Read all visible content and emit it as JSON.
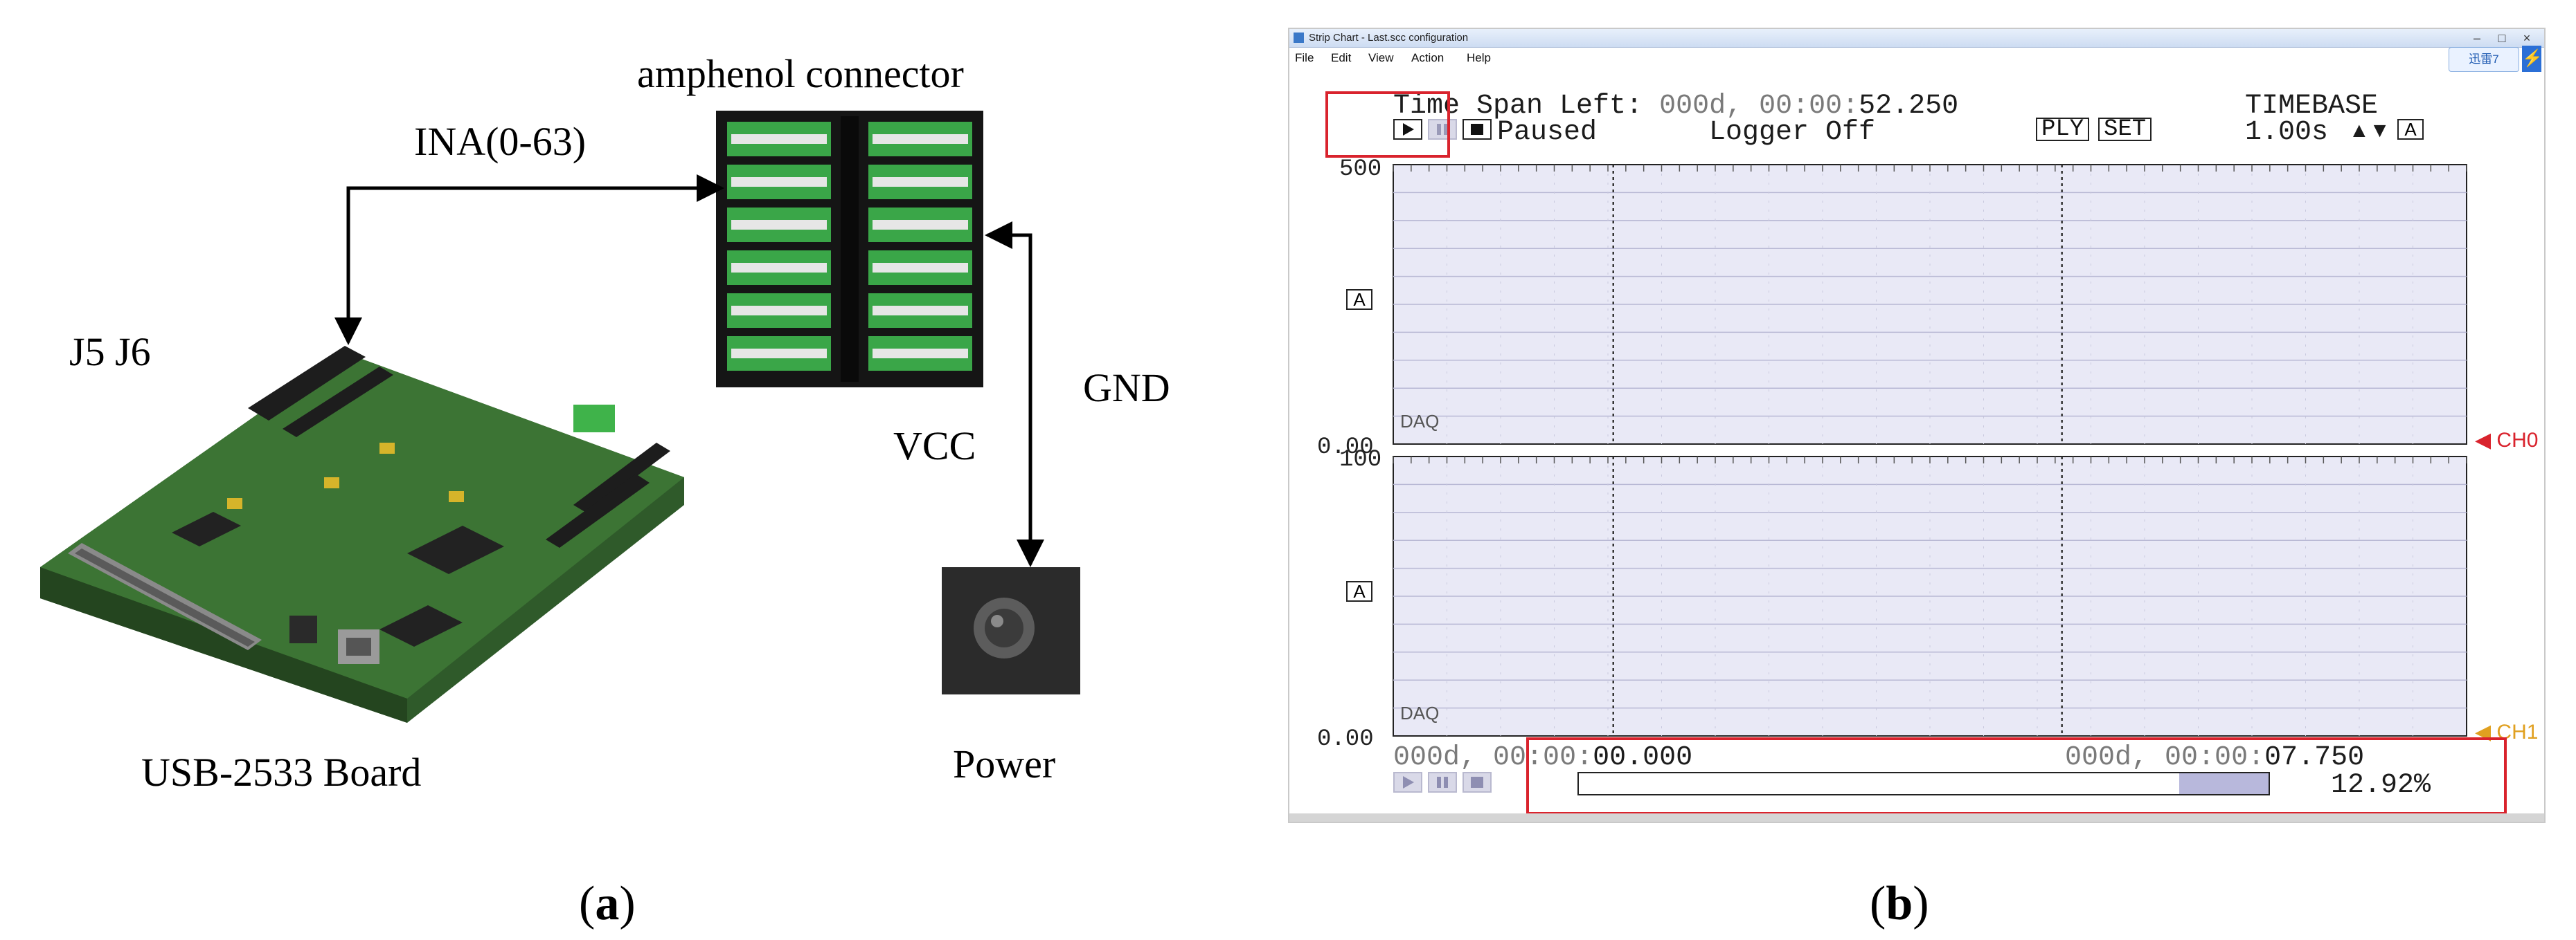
{
  "figure_a": {
    "connector_label": "amphenol connector",
    "signal_label": "INA(0-63)",
    "jumper_label": "J5 J6",
    "gnd_label": "GND",
    "vcc_label": "VCC",
    "board_label": "USB-2533 Board",
    "power_label": "Power",
    "caption_open": "(",
    "caption_letter": "a",
    "caption_close": ")"
  },
  "figure_b": {
    "window_title": "Strip Chart - Last.scc configuration",
    "window_controls": [
      "–",
      "□",
      "×"
    ],
    "menu": [
      "File",
      "Edit",
      "View",
      "Action",
      "Help"
    ],
    "badge_text": "迅雷7",
    "header": {
      "time_span_label": "Time Span Left:",
      "time_span_days": "000d,",
      "time_span_clock_dim": "00:00:",
      "time_span_clock": "52.250",
      "timebase_label": "TIMEBASE",
      "timebase_value": "1.00s",
      "timebase_arrows": "▲▼",
      "status": "Paused",
      "logger": "Logger Off",
      "ply_label": "PLY",
      "set_label": "SET",
      "a_label": "A"
    },
    "panel_top": {
      "ymax": "500",
      "ymin": "0.00",
      "source": "DAQ",
      "channel": "CH0"
    },
    "panel_bottom": {
      "ymax": "100",
      "ymin": "0.00",
      "source": "DAQ",
      "channel": "CH1"
    },
    "footer": {
      "start_days": "000d,",
      "start_clock_dim": "00:00:",
      "start_clock": "00.000",
      "end_days": "000d,",
      "end_clock_dim": "00:00:",
      "end_clock": "07.750",
      "progress_percent": "12.92%",
      "progress_fraction": 0.1292
    },
    "colors": {
      "plot_bg": "#e9e9f6",
      "grid": "#b8b8d4",
      "highlight": "#d9232d",
      "ch1": "#e0a020",
      "ch0": "#d9232d"
    },
    "caption_open": "(",
    "caption_letter": "b",
    "caption_close": ")"
  }
}
